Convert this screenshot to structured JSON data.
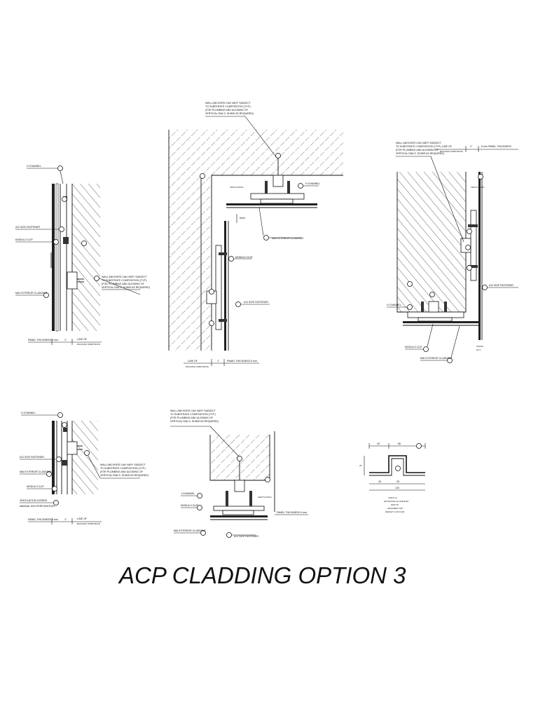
{
  "sheet_title": "ACP CLADDING OPTION 3",
  "detail_1": {
    "h_channel": "H CHANNEL",
    "fastener": "#12 SIZE FASTENER",
    "modulo_clip": "MODULO CLIP",
    "wall_anchor": [
      "WALL ANCHORS CAN VARY SUBJECT",
      "TO SUBSTRATE COMPOSITION (TYP.)",
      "(FOR PLUMBING AND ALIGNING OF",
      "VERTICAL RAILS, SHIMS AS REQUIRED)"
    ],
    "cladding": "MAI EXTERIOR CLADDING",
    "panel_thickness": "PANEL THICKNESS 6 mm",
    "dim": "1\"",
    "line_of": "LINE OF",
    "substrate": "BUILDING SUBSTRATE"
  },
  "detail_2": {
    "wall_anchor": [
      "WALL ANCHORS CAN VARY SUBJECT",
      "TO SUBSTRATE COMPOSITION (TYP.)",
      "(FOR PLUMBING AND ALIGNING OF",
      "VERTICAL RAILS, SHIMS AS REQUIRED)"
    ],
    "h_channel": "H CHANNEL",
    "ventilation": "VENTILATION",
    "gap": "6mm",
    "cladding": "MAI EXTERIOR CLADDING",
    "modulo_clip": "MODULO CLIP",
    "fastener": "#12 SIZE FASTENER",
    "line_of": "LINE OF",
    "substrate": "BUILDING SUBSTRATE",
    "dim": "1\"",
    "panel_thickness": "PANEL THICKNESS 6 mm"
  },
  "detail_3": {
    "wall_anchor": [
      "WALL ANCHORS CAN VARY SUBJECT",
      "TO SUBSTRATE COMPOSITION (TYP.)",
      "(FOR PLUMBING AND ALIGNING OF",
      "VERTICAL RAILS, SHIMS AS REQUIRED)"
    ],
    "line_of": "LINE OF",
    "substrate": "BUILDING SUBSTRATE",
    "dim": "1\"",
    "panel_thickness": "6 mm PANEL THICKNESS",
    "ventilation": "VENTILATION",
    "fastener": "#12 SIZE FASTENER",
    "h_channel": "H CHANNEL",
    "modulo_clip": "MODULO CLIP",
    "cladding": "MAI EXTERIOR CLADDING",
    "gap": "6mm"
  },
  "detail_4": {
    "h_channel": "H CHANNEL",
    "fastener": "#12 SIZE FASTENER",
    "cladding": "MAI EXTERIOR CLADDING",
    "wall_anchor": [
      "WALL ANCHORS CAN VARY SUBJECT",
      "TO SUBSTRATE COMPOSITION (TYP.)",
      "(FOR PLUMBING AND ALIGNING OF",
      "VERTICAL RAILS, SHIMS AS REQUIRED)"
    ],
    "modulo_clip": "MODULO CLIP",
    "vent_screen": [
      "VENTILATION SCREEN",
      "MANNAL 60% PERFORATION"
    ],
    "panel_thickness": "PANEL THICKNESS 6 mm",
    "dim": "1\"",
    "line_of": "LINE OF",
    "substrate": "BUILDING SUBSTRATE"
  },
  "detail_5": {
    "wall_anchor": [
      "WALL ANCHORS CAN VARY SUBJECT",
      "TO SUBSTRATE COMPOSITION (TYP.)",
      "(FOR PLUMBING AND ALIGNING OF",
      "VERTICAL RAILS, SHIMS AS REQUIRED)"
    ],
    "ventilation": "VENTILATION",
    "j_channel": "J CHANNEL",
    "modulo_clip": "MODULO CLIP",
    "panel_thickness": "PANEL THICKNESS 6 mm",
    "cladding": "MAI EXTERIOR CLADDING",
    "fastener": "#12 SIZE FASTENER"
  },
  "detail_6": {
    "dims_top": [
      "43",
      "56"
    ],
    "dims_bottom": [
      "43",
      "33"
    ],
    "dim_total": "120",
    "dim_side": "26",
    "notes": [
      "TAB 67 E",
      "EXTRUSION ALUMINIUM",
      "6063 T5",
      "ANODIZED TOP",
      "WEIGHT 0.30 KG/M"
    ]
  }
}
